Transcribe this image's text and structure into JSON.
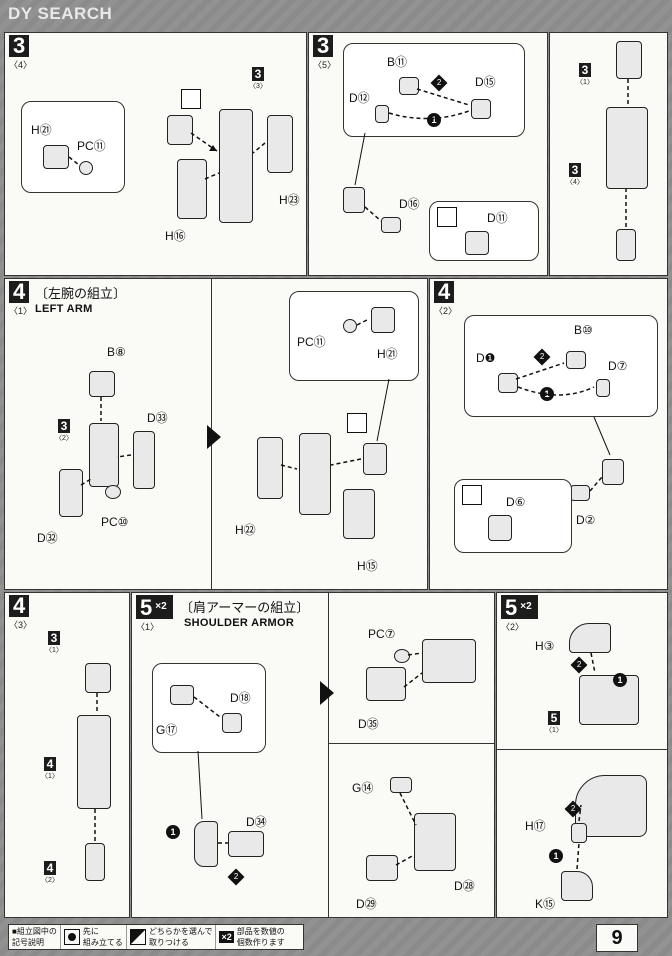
{
  "header": {
    "logo": "DY SEARCH",
    "logo_sub": ""
  },
  "panels": {
    "p1": {
      "step": "3",
      "sub": "〈4〉",
      "ref": {
        "n": "3",
        "s": "〈3〉"
      },
      "labels": {
        "h21": "H",
        "h21c": "㉑",
        "pc11": "PC",
        "pc11c": "⑪",
        "h23": "H",
        "h23c": "㉓",
        "h16": "H",
        "h16c": "⑯"
      }
    },
    "p2": {
      "step": "3",
      "sub": "〈5〉",
      "labels": {
        "b11": "B",
        "b11c": "⑪",
        "d15": "D",
        "d15c": "⑮",
        "d12": "D",
        "d12c": "⑫",
        "d16": "D",
        "d16c": "⑯",
        "d11": "D",
        "d11c": "⑪"
      }
    },
    "p3": {
      "ref1": {
        "n": "3",
        "s": "〈1〉"
      },
      "ref2": {
        "n": "3",
        "s": "〈4〉"
      }
    },
    "p4": {
      "step": "4",
      "sub": "〈1〉",
      "title_jp": "〔左腕の組立〕",
      "title_en": "LEFT ARM",
      "ref": {
        "n": "3",
        "s": "〈2〉"
      },
      "labels": {
        "b8": "B",
        "b8c": "⑧",
        "d33": "D",
        "d33c": "㉝",
        "pc10": "PC",
        "pc10c": "⑩",
        "d32": "D",
        "d32c": "㉜",
        "pc11": "PC",
        "pc11c": "⑪",
        "h21": "H",
        "h21c": "㉑",
        "h22": "H",
        "h22c": "㉒",
        "h15": "H",
        "h15c": "⑮"
      }
    },
    "p5": {
      "step": "4",
      "sub": "〈2〉",
      "labels": {
        "b10": "B",
        "b10c": "⑩",
        "d1": "D",
        "d1c": "❶",
        "d7": "D",
        "d7c": "⑦",
        "d6": "D",
        "d6c": "⑥",
        "d2": "D",
        "d2c": "②"
      }
    },
    "p6": {
      "step": "4",
      "sub": "〈3〉",
      "ref1": {
        "n": "3",
        "s": "〈1〉"
      },
      "ref2": {
        "n": "4",
        "s": "〈1〉"
      },
      "ref3": {
        "n": "4",
        "s": "〈2〉"
      }
    },
    "p7": {
      "step": "5",
      "sub": "〈1〉",
      "x2": "×2",
      "title_jp": "〔肩アーマーの組立〕",
      "title_en": "SHOULDER ARMOR",
      "labels": {
        "d18": "D",
        "d18c": "⑱",
        "g17": "G",
        "g17c": "⑰",
        "d34": "D",
        "d34c": "㉞",
        "pc7": "PC",
        "pc7c": "⑦",
        "d35": "D",
        "d35c": "㉟",
        "g14": "G",
        "g14c": "⑭",
        "d28": "D",
        "d28c": "㉘",
        "d29": "D",
        "d29c": "㉙"
      }
    },
    "p8": {
      "step": "5",
      "sub": "〈2〉",
      "x2": "×2",
      "ref": {
        "n": "5",
        "s": "〈1〉"
      },
      "labels": {
        "h3": "H",
        "h3c": "③",
        "h17": "H",
        "h17c": "⑰",
        "k15": "K",
        "k15c": "⑮"
      }
    }
  },
  "legend": {
    "title_l1": "■組立図中の",
    "title_l2": "記号説明",
    "item1_l1": "先に",
    "item1_l2": "組み立てる",
    "item2_l1": "どちらかを選んで",
    "item2_l2": "取りつける",
    "item3_icon": "×2",
    "item3_l1": "部品を数値の",
    "item3_l2": "個数作ります"
  },
  "page_number": "9"
}
